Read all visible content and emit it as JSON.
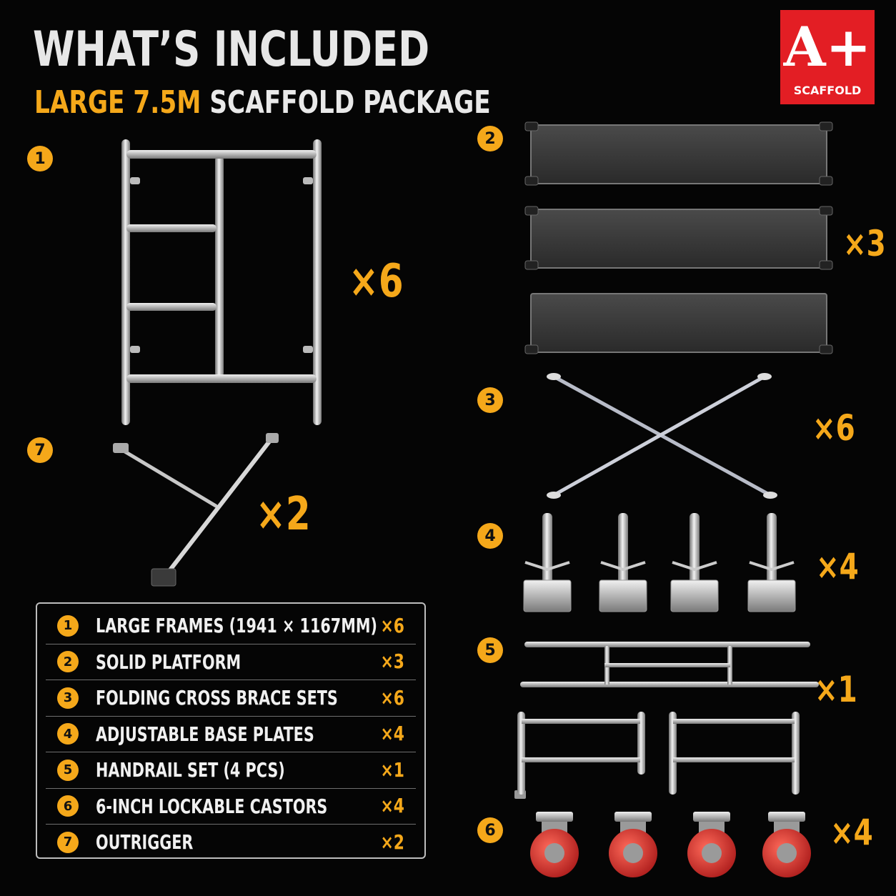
{
  "header": {
    "title": "WHAT’S INCLUDED",
    "subtitle_accent": "LARGE 7.5M",
    "subtitle_rest": "SCAFFOLD PACKAGE"
  },
  "logo": {
    "mark": "A+",
    "word": "SCAFFOLD",
    "color": "#e31e24"
  },
  "accent_color": "#f5a81a",
  "components": [
    {
      "num": "1",
      "qty": "×6",
      "icon": "frame-icon"
    },
    {
      "num": "2",
      "qty": "×3",
      "icon": "platform-icon"
    },
    {
      "num": "3",
      "qty": "×6",
      "icon": "cross-brace-icon"
    },
    {
      "num": "4",
      "qty": "×4",
      "icon": "base-plate-icon"
    },
    {
      "num": "5",
      "qty": "×1",
      "icon": "handrail-icon"
    },
    {
      "num": "6",
      "qty": "×4",
      "icon": "castor-icon"
    },
    {
      "num": "7",
      "qty": "×2",
      "icon": "outrigger-icon"
    }
  ],
  "table": {
    "rows": [
      {
        "num": "1",
        "label": "LARGE FRAMES (1941 × 1167MM)",
        "qty": "×6"
      },
      {
        "num": "2",
        "label": "SOLID PLATFORM",
        "qty": "×3"
      },
      {
        "num": "3",
        "label": "FOLDING CROSS BRACE SETS",
        "qty": "×6"
      },
      {
        "num": "4",
        "label": "ADJUSTABLE BASE PLATES",
        "qty": "×4"
      },
      {
        "num": "5",
        "label": "HANDRAIL SET (4 PCS)",
        "qty": "×1"
      },
      {
        "num": "6",
        "label": "6-INCH LOCKABLE CASTORS",
        "qty": "×4"
      },
      {
        "num": "7",
        "label": "OUTRIGGER",
        "qty": "×2"
      }
    ]
  }
}
